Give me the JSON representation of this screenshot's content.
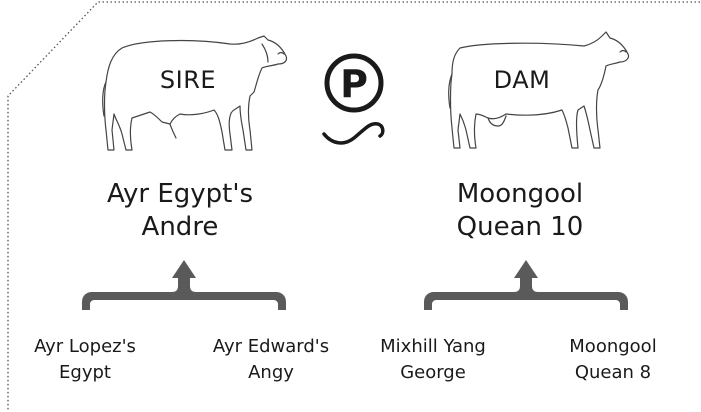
{
  "sire": {
    "role": "SIRE",
    "name_line1": "Ayr Egypt's",
    "name_line2": "Andre",
    "parents": [
      {
        "line1": "Ayr Lopez's",
        "line2": "Egypt"
      },
      {
        "line1": "Ayr Edward's",
        "line2": "Angy"
      }
    ]
  },
  "dam": {
    "role": "DAM",
    "name_line1": "Moongool",
    "name_line2": "Quean 10",
    "parents": [
      {
        "line1": "Mixhill Yang",
        "line2": "George"
      },
      {
        "line1": "Moongool",
        "line2": "Quean 8"
      }
    ]
  },
  "poll_badge": {
    "letter": "P",
    "icon": "polled-icon"
  },
  "colors": {
    "text": "#1a1a1a",
    "bracket": "#5a5a5a",
    "outline": "#444444"
  }
}
